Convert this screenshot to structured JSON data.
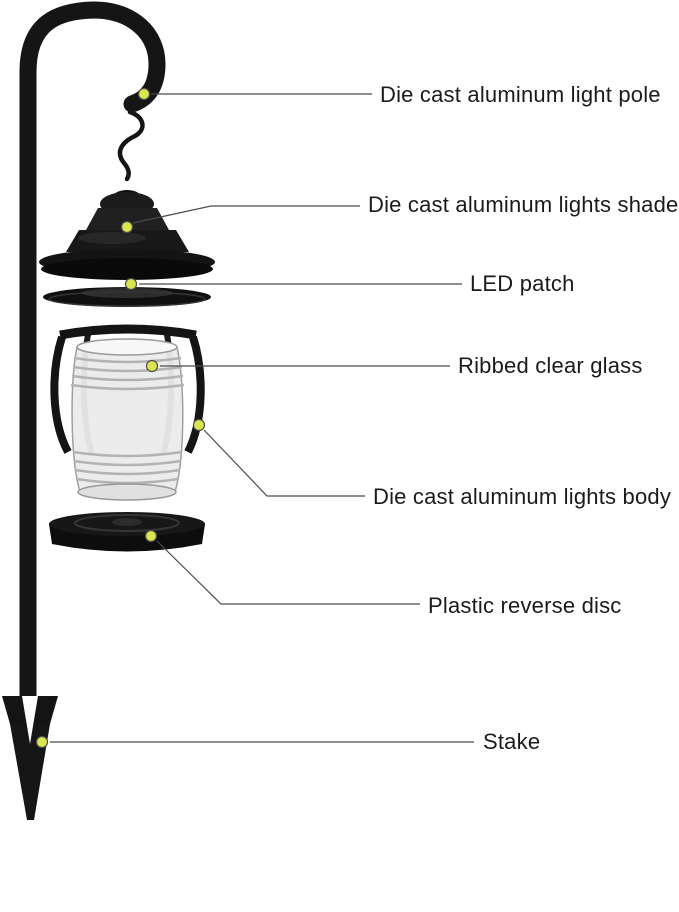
{
  "diagram": {
    "product": "Hanging solar lantern exploded-parts diagram",
    "colors": {
      "marker": "#d9e64d",
      "marker_ring": "#4d4d4d",
      "leader_line": "#4b4b4b",
      "metal_dark": "#141414",
      "glass_light": "#ececec",
      "background": "#ffffff",
      "text": "#1b1b1b"
    },
    "parts": [
      {
        "id": "light-pole",
        "label": "Die cast aluminum light pole"
      },
      {
        "id": "lights-shade",
        "label": "Die cast aluminum lights shade"
      },
      {
        "id": "led-patch",
        "label": "LED patch"
      },
      {
        "id": "ribbed-glass",
        "label": "Ribbed clear glass"
      },
      {
        "id": "lights-body",
        "label": "Die cast aluminum lights body"
      },
      {
        "id": "reverse-disc",
        "label": "Plastic reverse disc"
      },
      {
        "id": "stake",
        "label": "Stake"
      }
    ]
  }
}
